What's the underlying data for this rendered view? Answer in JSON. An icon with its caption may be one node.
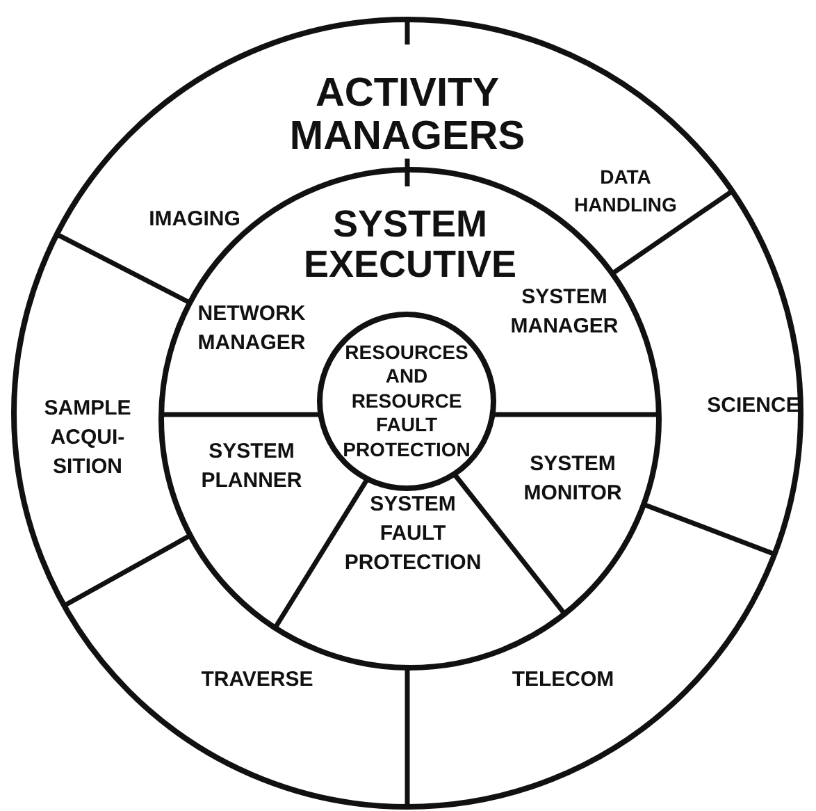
{
  "diagram": {
    "nodes": [
      {
        "text": [
          "ACTIVITY MANAGERS"
        ]
      },
      {
        "text": [
          "IMAGING"
        ],
        "in": 0
      },
      {
        "text": [
          "DATA HANDLING"
        ],
        "in": 0
      },
      {
        "text": [
          "SAMPLE ACQUI- SITION"
        ],
        "in": 0
      },
      {
        "text": [
          "SCIENCE"
        ],
        "in": 0
      },
      {
        "text": [
          "TRAVERSE"
        ],
        "in": 0
      },
      {
        "text": [
          "TELECOM"
        ],
        "in": 0
      },
      {
        "text": [
          "SYSTEM EXECUTIVE"
        ],
        "in": 0
      },
      {
        "text": [
          "NETWORK MANAGER"
        ],
        "in": 7
      },
      {
        "text": [
          "SYSTEM MANAGER"
        ],
        "in": 7
      },
      {
        "text": [
          "RESOURCES AND RESOURCE FAULT PROTECTION"
        ],
        "in": 7
      },
      {
        "text": [
          "SYSTEM PLANNER"
        ],
        "in": 7
      },
      {
        "text": [
          "SYSTEM MONITOR"
        ],
        "in": 7
      },
      {
        "text": [
          "SYSTEM FAULT PROTECTION"
        ],
        "in": 7
      }
    ]
  }
}
